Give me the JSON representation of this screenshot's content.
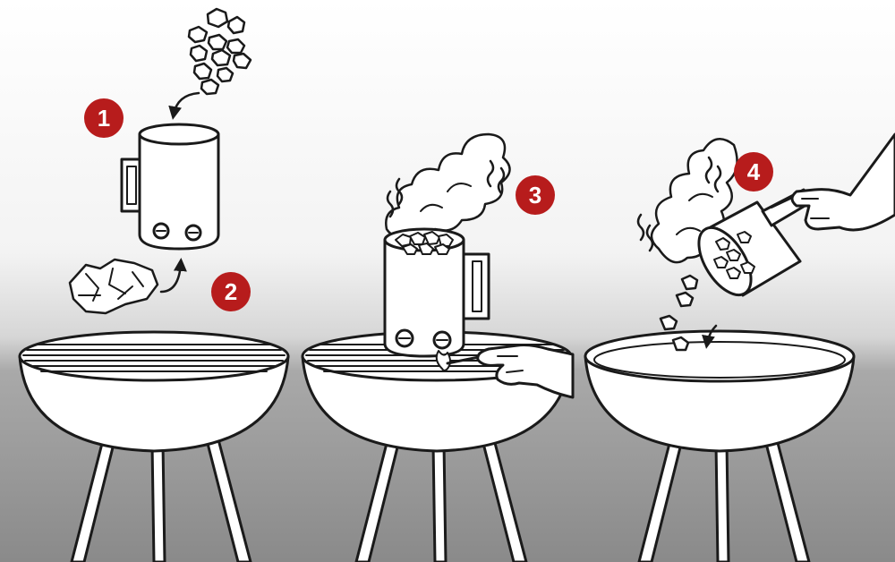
{
  "steps": [
    {
      "number": "1"
    },
    {
      "number": "2"
    },
    {
      "number": "3"
    },
    {
      "number": "4"
    }
  ],
  "colors": {
    "badge": "#b71c1c",
    "badge_text": "#ffffff",
    "outline": "#1a1a1a",
    "fill": "#ffffff",
    "background_top": "#ffffff",
    "floor": "#8e8e8e"
  }
}
